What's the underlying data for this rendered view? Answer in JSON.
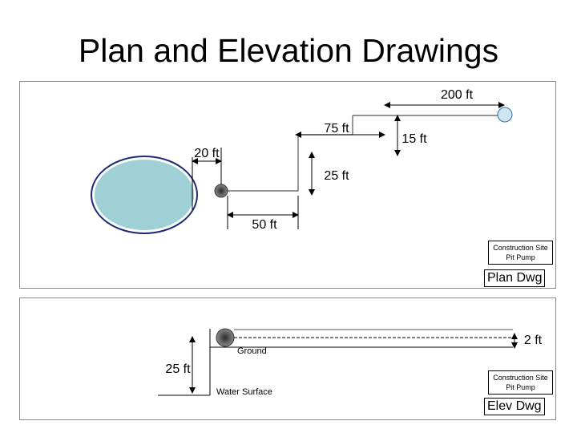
{
  "title": "Plan and Elevation Drawings",
  "plan": {
    "dims": {
      "d200": "200 ft",
      "d75": "75 ft",
      "d15": "15 ft",
      "d20": "20 ft",
      "d25": "25 ft",
      "d50": "50 ft"
    },
    "pump_label": "Construction Site Pit Pump",
    "drawing_label": "Plan Dwg"
  },
  "elev": {
    "dims": {
      "d2": "2 ft",
      "d25": "25 ft"
    },
    "ground_label": "Ground",
    "water_label": "Water Surface",
    "pump_label": "Construction Site Pit Pump",
    "drawing_label": "Elev Dwg"
  },
  "colors": {
    "pond_fill": "#9ed0d6",
    "pond_stroke": "#1e2a78",
    "pump_ball": "#cfe6f2",
    "pit": "#555555"
  }
}
